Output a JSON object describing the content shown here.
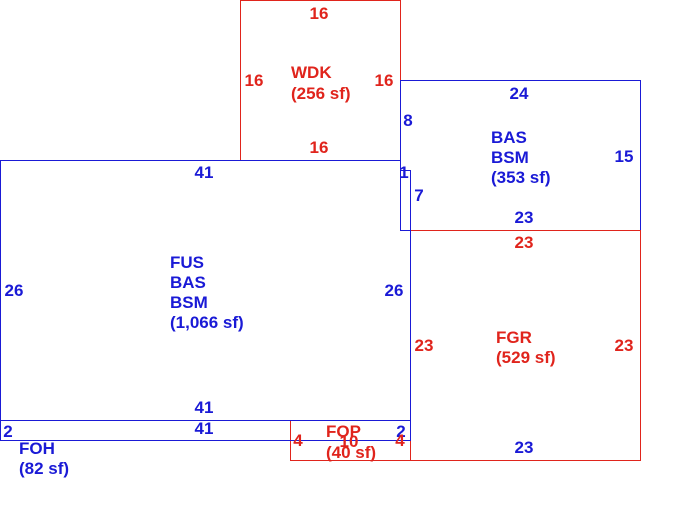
{
  "colors": {
    "red": "#e0241c",
    "blue": "#1a1ad6"
  },
  "areas": {
    "wdk": {
      "code": "WDK",
      "area": "(256 sf)"
    },
    "bas": {
      "code1": "BAS",
      "code2": "BSM",
      "area": "(353 sf)"
    },
    "fus": {
      "code1": "FUS",
      "code2": "BAS",
      "code3": "BSM",
      "area": "(1,066 sf)"
    },
    "fgr": {
      "code": "FGR",
      "area": "(529 sf)"
    },
    "foh": {
      "code": "FOH",
      "area": "(82 sf)"
    },
    "fop": {
      "code": "FOP",
      "area": "(40 sf)"
    }
  },
  "dimensions": {
    "wdk_top": "16",
    "wdk_left": "16",
    "wdk_right": "16",
    "wdk_bottom": "16",
    "bas_top": "24",
    "bas_left": "8",
    "bas_right": "15",
    "bas_bottom": "23",
    "fus_top": "41",
    "fus_left": "26",
    "fus_right": "26",
    "fus_bottom": "41",
    "fus_jog_1": "1",
    "fus_jog_7": "7",
    "fgr_top": "23",
    "fgr_left": "23",
    "fgr_right": "23",
    "fgr_bottom": "23",
    "foh_top": "41",
    "foh_left": "2",
    "foh_right": "2",
    "fop_left": "4",
    "fop_right": "4",
    "fop_width": "10"
  }
}
